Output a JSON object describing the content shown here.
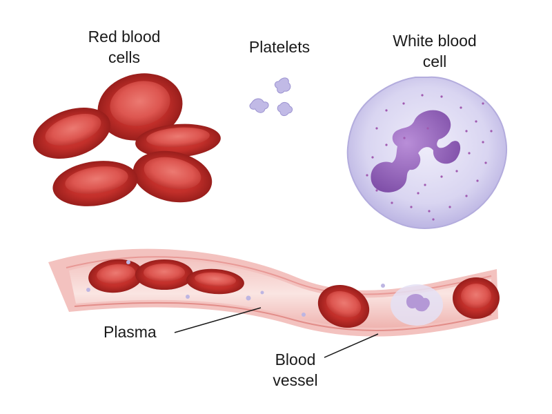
{
  "labels": {
    "red_blood_cells": [
      "Red blood",
      "cells"
    ],
    "platelets": "Platelets",
    "white_blood_cell": [
      "White blood",
      "cell"
    ],
    "plasma": "Plasma",
    "blood_vessel": [
      "Blood",
      "vessel"
    ]
  },
  "colors": {
    "rbc_fill": "#c9302c",
    "rbc_dark": "#9e1f1c",
    "rbc_light": "#e0605a",
    "wbc_body": "#d8d4f0",
    "wbc_nucleus": "#9b6bc2",
    "platelet": "#b9b2e0",
    "vessel_wall": "#f2b8b6",
    "vessel_inner": "#f7d3d0",
    "plasma": "#f9e3e0"
  }
}
